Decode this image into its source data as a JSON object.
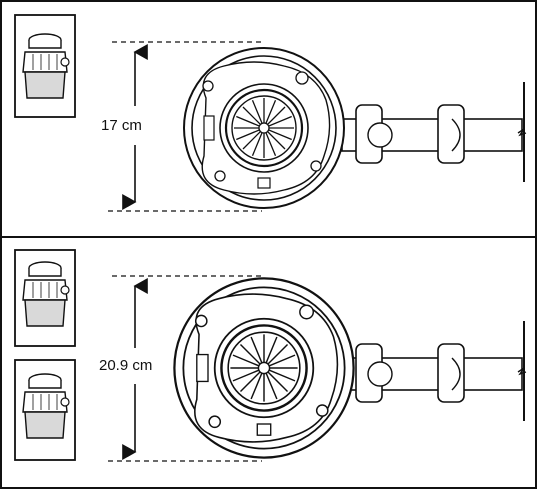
{
  "panels": [
    {
      "id": "standard",
      "dimension_label": "17 cm"
    },
    {
      "id": "compact",
      "dimension_label": "20.9 cm"
    }
  ],
  "colors": {
    "line": "#111111",
    "background": "#ffffff",
    "shade": "#d9d9d9",
    "grey": "#9a9a9a"
  }
}
